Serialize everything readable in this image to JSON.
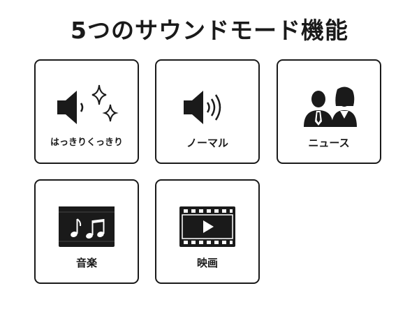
{
  "title": "5つのサウンドモード機能",
  "modes": [
    {
      "label": "はっきりくっきり",
      "icon": "speaker-sparkle-icon"
    },
    {
      "label": "ノーマル",
      "icon": "speaker-waves-icon"
    },
    {
      "label": "ニュース",
      "icon": "news-anchors-icon"
    },
    {
      "label": "音楽",
      "icon": "music-notes-icon"
    },
    {
      "label": "映画",
      "icon": "film-play-icon"
    }
  ],
  "colors": {
    "ink": "#1a1a1a",
    "background": "#ffffff"
  }
}
